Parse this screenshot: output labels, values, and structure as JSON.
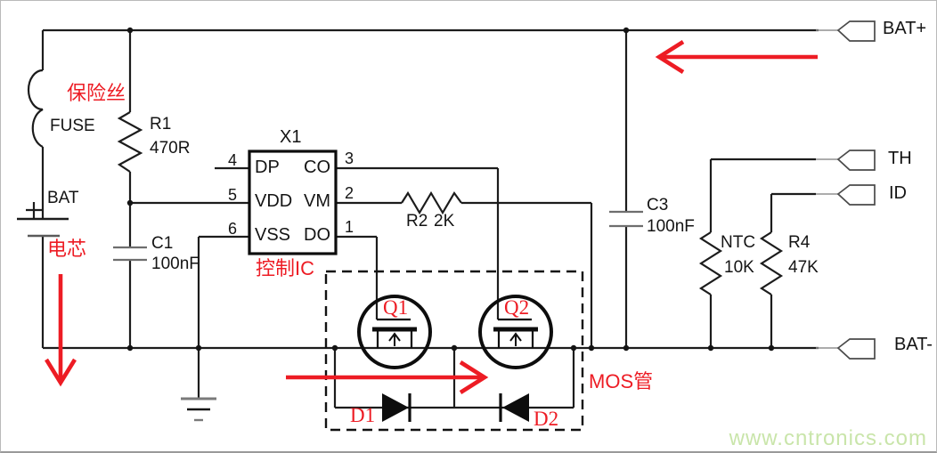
{
  "colors": {
    "wire": "#1c1c1c",
    "annotation_red": "#ed1c24",
    "connector_outline": "#4a4a4a",
    "capacitor_plate_gray": "#7a7a7a",
    "watermark_green": "#c9e5aa"
  },
  "labels": {
    "fuse_cn": "保险丝",
    "cell_cn": "电芯",
    "control_ic_cn": "控制IC",
    "mos_cn": "MOS管"
  },
  "components": {
    "fuse": {
      "label": "FUSE"
    },
    "r1": {
      "ref": "R1",
      "value": "470R"
    },
    "battery": {
      "label": "BAT"
    },
    "c1": {
      "ref": "C1",
      "value": "100nF"
    },
    "ic": {
      "ref": "X1",
      "pins_left": [
        {
          "num": "4",
          "name": "DP"
        },
        {
          "num": "5",
          "name": "VDD"
        },
        {
          "num": "6",
          "name": "VSS"
        }
      ],
      "pins_right": [
        {
          "num": "3",
          "name": "CO"
        },
        {
          "num": "2",
          "name": "VM"
        },
        {
          "num": "1",
          "name": "DO"
        }
      ]
    },
    "r2": {
      "ref": "R2",
      "value": "2K"
    },
    "q1": {
      "ref": "Q1"
    },
    "q2": {
      "ref": "Q2"
    },
    "d1": {
      "ref": "D1"
    },
    "d2": {
      "ref": "D2"
    },
    "c3": {
      "ref": "C3",
      "value": "100nF"
    },
    "ntc": {
      "ref": "NTC",
      "value": "10K"
    },
    "r4": {
      "ref": "R4",
      "value": "47K"
    }
  },
  "connectors": {
    "bat_plus": {
      "label": "BAT+"
    },
    "th": {
      "label": "TH"
    },
    "id": {
      "label": "ID"
    },
    "bat_minus": {
      "label": "BAT-"
    }
  },
  "watermark": {
    "text": "www.cntronics.com"
  }
}
